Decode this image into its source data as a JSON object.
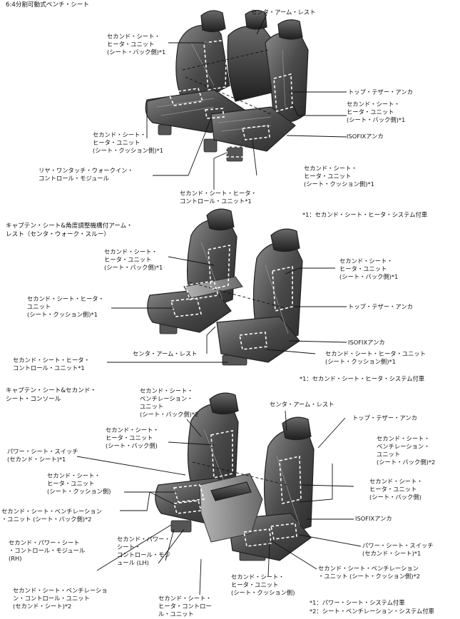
{
  "section1": {
    "title": "6:4分割可動式ベンチ・シート",
    "center_armrest": "センタ・アーム・レスト",
    "heater_back_left": [
      "セカンド・シート・",
      "ヒータ・ユニット",
      "(シート・バック側)*1"
    ],
    "top_tether": "トップ・テザー・アンカ",
    "heater_back_right": [
      "セカンド・シート・",
      "ヒータ・ユニット",
      "(シート・バック側)*1"
    ],
    "heater_cushion_left": [
      "セカンド・シート・",
      "ヒータ・ユニット",
      "(シート・クッション側)*1"
    ],
    "isofix": "ISOFIXアンカ",
    "walkin_module": [
      "リヤ・ワンタッチ・ウォークイン・",
      "コントロール・モジュール"
    ],
    "heater_cushion_right": [
      "セカンド・シート・",
      "ヒータ・ユニット",
      "(シート・クッション側)*1"
    ],
    "heater_control": [
      "セカンド・シート・ヒータ・",
      "コントロール・ユニット*1"
    ],
    "footnote": "*1：セカンド・シート・ヒータ・システム付車"
  },
  "section2": {
    "title": [
      "キャプテン・シート&角度調整機構付アーム・",
      "レスト（センタ・ウォーク・スルー）"
    ],
    "heater_back_left": [
      "セカンド・シート・",
      "ヒータ・ユニット",
      "(シート・バック側)*1"
    ],
    "heater_back_right": [
      "セカンド・シート・",
      "ヒータ・ユニット",
      "(シート・バック側)*1"
    ],
    "heater_cushion_left": [
      "セカンド・シート・ヒータ・",
      "ユニット",
      "(シート・クッション側)*1"
    ],
    "top_tether": "トップ・テザー・アンカ",
    "isofix": "ISOFIXアンカ",
    "center_armrest": "センタ・アーム・レスト",
    "heater_cushion_right": [
      "セカンド・シート・ヒータ・ユニット",
      "(シート・クッション側)*1"
    ],
    "heater_control": [
      "セカンド・シート・ヒータ・",
      "コントロール・ユニット*1"
    ],
    "footnote": "*1：セカンド・シート・ヒータ・システム付車"
  },
  "section3": {
    "title": [
      "キャプテン・シート&セカンド・",
      "シート・コンソール"
    ],
    "vent_back_top": [
      "セカンド・シート・",
      "ベンチレーション・",
      "ユニット",
      "(シート・バック側)*2"
    ],
    "center_armrest": "センタ・アーム・レスト",
    "top_tether": "トップ・テザー・アンカ",
    "heater_back_left": [
      "セカンド・シート・",
      "ヒータ・ユニット",
      "(シート・バック側)"
    ],
    "vent_back_right": [
      "セカンド・シート・",
      "ベンチレーション・",
      "ユニット",
      "(シート・バック側)*2"
    ],
    "power_switch_left": [
      "パワー・シート・スイッチ",
      "(セカンド・シート)*1"
    ],
    "heater_cushion_left": [
      "セカンド・シート・",
      "ヒータ・ユニット",
      "(シート・クッション側)"
    ],
    "heater_back_right": [
      "セカンド・シート・",
      "ヒータ・ユニット",
      "(シート・バック側)"
    ],
    "vent_back_left": [
      "セカンド・シート・ベンチレーション",
      "・ユニット (シート・バック側)*2"
    ],
    "isofix": "ISOFIXアンカ",
    "power_module_rh": [
      "セカンド・パワー・シート",
      "・コントロール・モジュール",
      "(RH)"
    ],
    "power_module_lh": [
      "セカンド・パワー・",
      "シート・",
      "コントロール・モジ",
      "ュール (LH)"
    ],
    "power_switch_right": [
      "パワー・シート・スイッチ",
      "(セカンド・シート)*1"
    ],
    "vent_cushion_right": [
      "セカンド・シート・ベンチレーション",
      "・ユニット (シート・クッション側)*2"
    ],
    "heater_cushion_right": [
      "セカンド・シート・",
      "ヒータ・ユニット",
      "(シート・クッション側)"
    ],
    "vent_control": [
      "セカンド・シート・ベンチレーショ",
      "ン・コントロール・ユニット",
      "(セカンド・シート)*2"
    ],
    "heater_control": [
      "セカンド・シート・",
      "ヒータ・コントロー",
      "ル・ユニット"
    ],
    "footnote1": "*1：パワー・シート・システム付車",
    "footnote2": "*2：シート・ベンチレーション・システム付車"
  }
}
